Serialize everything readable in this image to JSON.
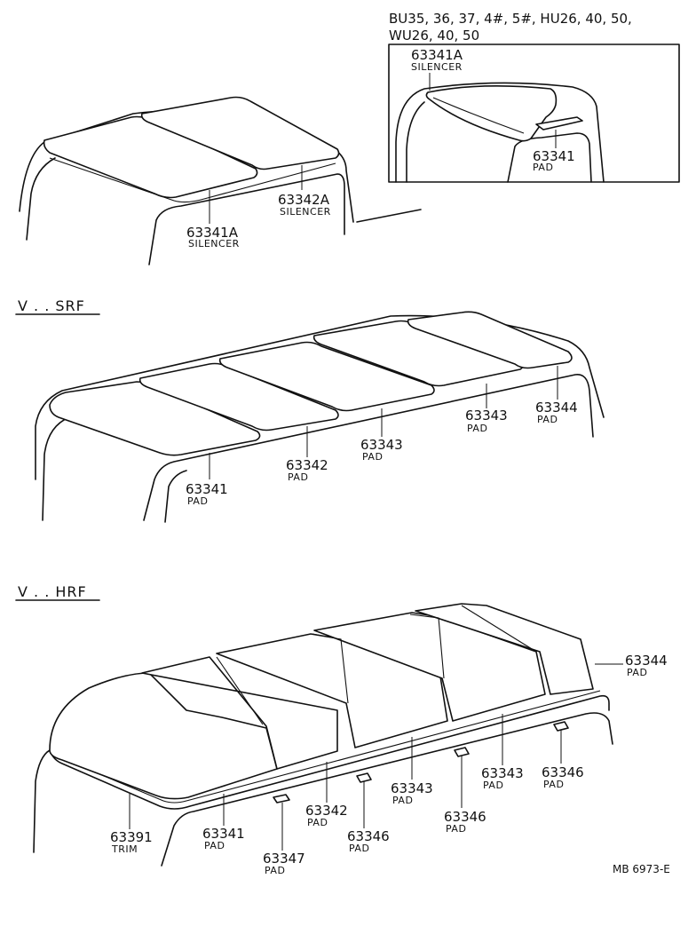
{
  "figure_code": "MB 6973-E",
  "inset": {
    "header_line1": "BU35, 36, 37, 4#, 5#, HU26, 40, 50,",
    "header_line2": "WU26, 40, 50",
    "callouts": [
      {
        "part": "63341A",
        "name": "SILENCER"
      },
      {
        "part": "63341",
        "name": "PAD"
      }
    ]
  },
  "top_view": {
    "callouts": [
      {
        "part": "63341A",
        "name": "SILENCER"
      },
      {
        "part": "63342A",
        "name": "SILENCER"
      }
    ]
  },
  "srf": {
    "title": "V . . SRF",
    "callouts": [
      {
        "part": "63341",
        "name": "PAD"
      },
      {
        "part": "63342",
        "name": "PAD"
      },
      {
        "part": "63343",
        "name": "PAD"
      },
      {
        "part": "63343",
        "name": "PAD"
      },
      {
        "part": "63344",
        "name": "PAD"
      }
    ]
  },
  "hrf": {
    "title": "V . . HRF",
    "callouts": [
      {
        "part": "63391",
        "name": "TRIM"
      },
      {
        "part": "63341",
        "name": "PAD"
      },
      {
        "part": "63347",
        "name": "PAD"
      },
      {
        "part": "63342",
        "name": "PAD"
      },
      {
        "part": "63346",
        "name": "PAD"
      },
      {
        "part": "63343",
        "name": "PAD"
      },
      {
        "part": "63346",
        "name": "PAD"
      },
      {
        "part": "63343",
        "name": "PAD"
      },
      {
        "part": "63346",
        "name": "PAD"
      },
      {
        "part": "63344",
        "name": "PAD"
      }
    ]
  }
}
